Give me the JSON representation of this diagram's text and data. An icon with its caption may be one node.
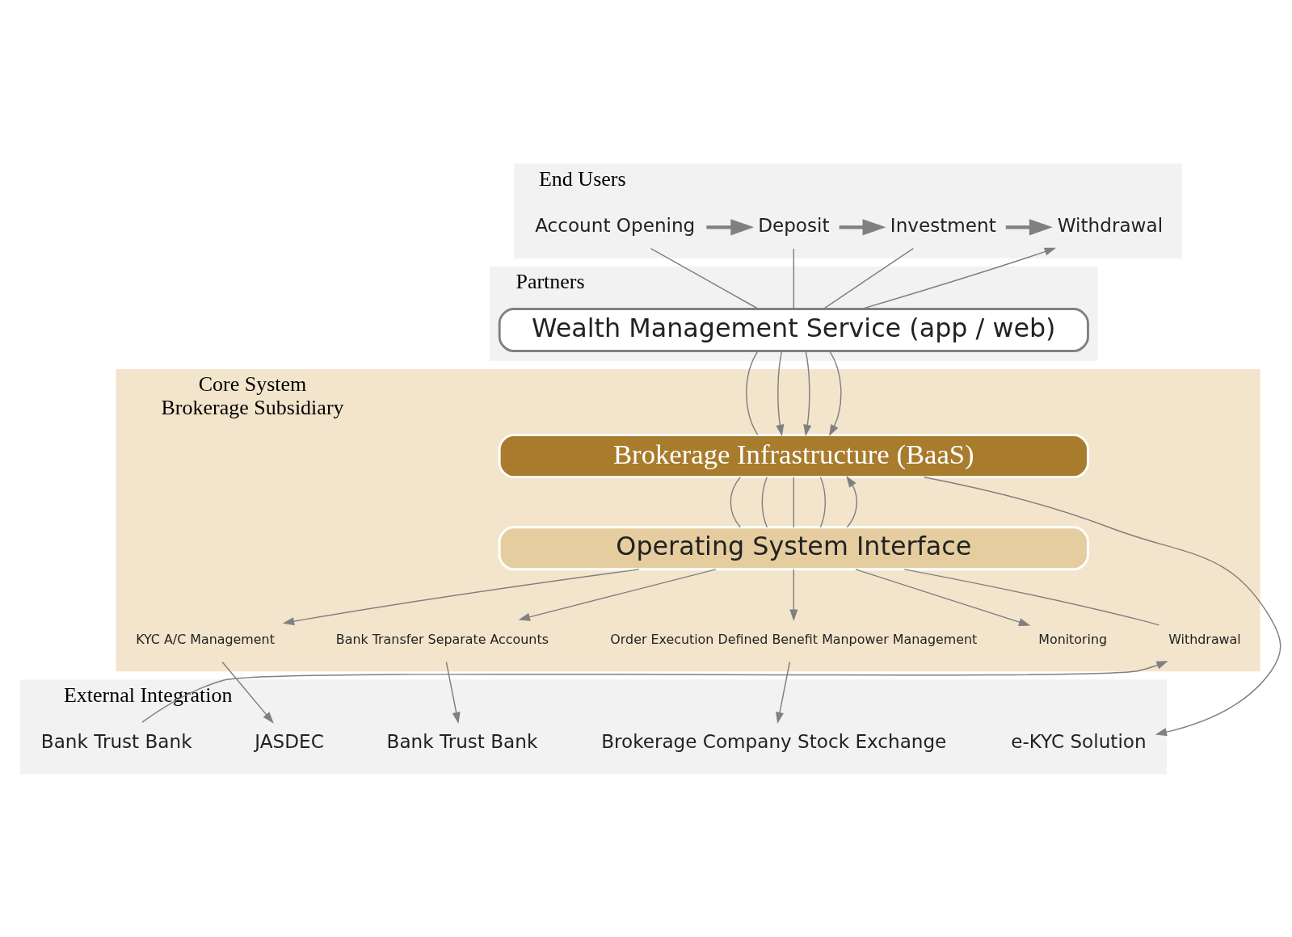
{
  "diagram": {
    "nodes": [
      {
        "text": [
          "End Users"
        ]
      },
      {
        "text": [
          "Account Opening"
        ],
        "in": 0
      },
      {
        "text": [
          "Deposit"
        ],
        "in": 0
      },
      {
        "text": [
          "Investment"
        ],
        "in": 0
      },
      {
        "text": [
          "Withdrawal"
        ],
        "in": 0
      },
      {
        "text": [
          "Partners"
        ]
      },
      {
        "text": [
          "Wealth Management Service (app / web)"
        ],
        "in": 5
      },
      {
        "text": [
          "Core System",
          "Brokerage Subsidiary"
        ]
      },
      {
        "text": [
          "Brokerage Infrastructure (BaaS)"
        ],
        "in": 7
      },
      {
        "text": [
          "Operating System Interface"
        ],
        "in": 7
      },
      {
        "text": [
          "KYC A/C Management"
        ],
        "in": 7
      },
      {
        "text": [
          "Bank Transfer Separate Accounts"
        ],
        "in": 7
      },
      {
        "text": [
          "Order Execution Defined Benefit Manpower Management"
        ],
        "in": 7
      },
      {
        "text": [
          "Monitoring"
        ],
        "in": 7
      },
      {
        "text": [
          "Withdrawal"
        ],
        "in": 7
      },
      {
        "text": [
          "External Integration"
        ]
      },
      {
        "text": [
          "e-KYC Solution"
        ],
        "in": 15
      },
      {
        "text": [
          "JASDEC"
        ],
        "in": 15
      },
      {
        "text": [
          "Bank Trust Bank"
        ],
        "in": 15
      },
      {
        "text": [
          "Brokerage Company Stock Exchange"
        ],
        "in": 15
      },
      {
        "text": [
          "Bank Trust Bank"
        ],
        "in": 15
      }
    ],
    "edges": [
      {
        "from": 1,
        "to": 2,
        "arrow": "to",
        "style": "thick"
      },
      {
        "from": 2,
        "to": 3,
        "arrow": "to",
        "style": "thick"
      },
      {
        "from": 3,
        "to": 4,
        "arrow": "to",
        "style": "thick"
      },
      {
        "from": 1,
        "to": 6,
        "arrow": "none"
      },
      {
        "from": 2,
        "to": 6,
        "arrow": "none"
      },
      {
        "from": 3,
        "to": 6,
        "arrow": "none"
      },
      {
        "from": 6,
        "to": 4,
        "arrow": "to"
      },
      {
        "from": 6,
        "to": 8,
        "arrow": "to"
      },
      {
        "from": 6,
        "to": 8,
        "arrow": "to"
      },
      {
        "from": 6,
        "to": 8,
        "arrow": "to"
      },
      {
        "from": 8,
        "to": 6,
        "arrow": "none"
      },
      {
        "from": 8,
        "to": 16,
        "arrow": "to"
      },
      {
        "from": 8,
        "to": 9,
        "arrow": "none"
      },
      {
        "from": 8,
        "to": 9,
        "arrow": "none"
      },
      {
        "from": 8,
        "to": 9,
        "arrow": "none"
      },
      {
        "from": 8,
        "to": 9,
        "arrow": "none"
      },
      {
        "from": 9,
        "to": 8,
        "arrow": "to"
      },
      {
        "from": 9,
        "to": 10,
        "arrow": "to"
      },
      {
        "from": 9,
        "to": 11,
        "arrow": "to"
      },
      {
        "from": 9,
        "to": 12,
        "arrow": "to"
      },
      {
        "from": 9,
        "to": 13,
        "arrow": "to"
      },
      {
        "from": 14,
        "to": 9,
        "arrow": "none"
      },
      {
        "from": 10,
        "to": 17,
        "arrow": "to"
      },
      {
        "from": 11,
        "to": 18,
        "arrow": "to"
      },
      {
        "from": 12,
        "to": 19,
        "arrow": "to"
      },
      {
        "from": 20,
        "to": 14,
        "arrow": "to"
      }
    ]
  }
}
